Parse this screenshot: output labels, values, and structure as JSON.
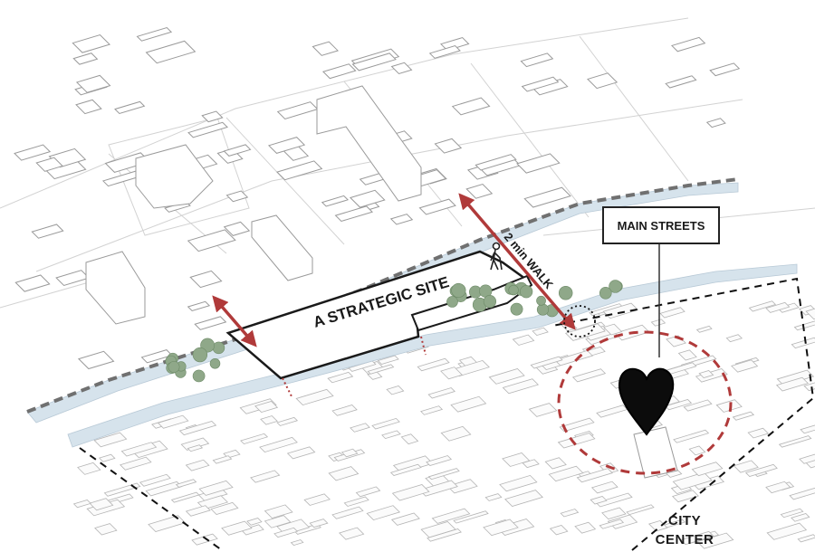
{
  "labels": {
    "site": "A STRATEGIC SITE",
    "walk": "2 min WALK",
    "main_streets": "MAIN STREETS",
    "city_line1": "CITY",
    "city_line2": "CENTER"
  },
  "icons": {
    "pedestrian": "walking-person-icon",
    "heart": "heart-icon"
  },
  "colors": {
    "accent": "#b03a3a",
    "river": "#d6e3ec",
    "ink": "#1a1a1a",
    "dashed_boundary": "#6e6e6e",
    "trees": "#8fa889"
  }
}
